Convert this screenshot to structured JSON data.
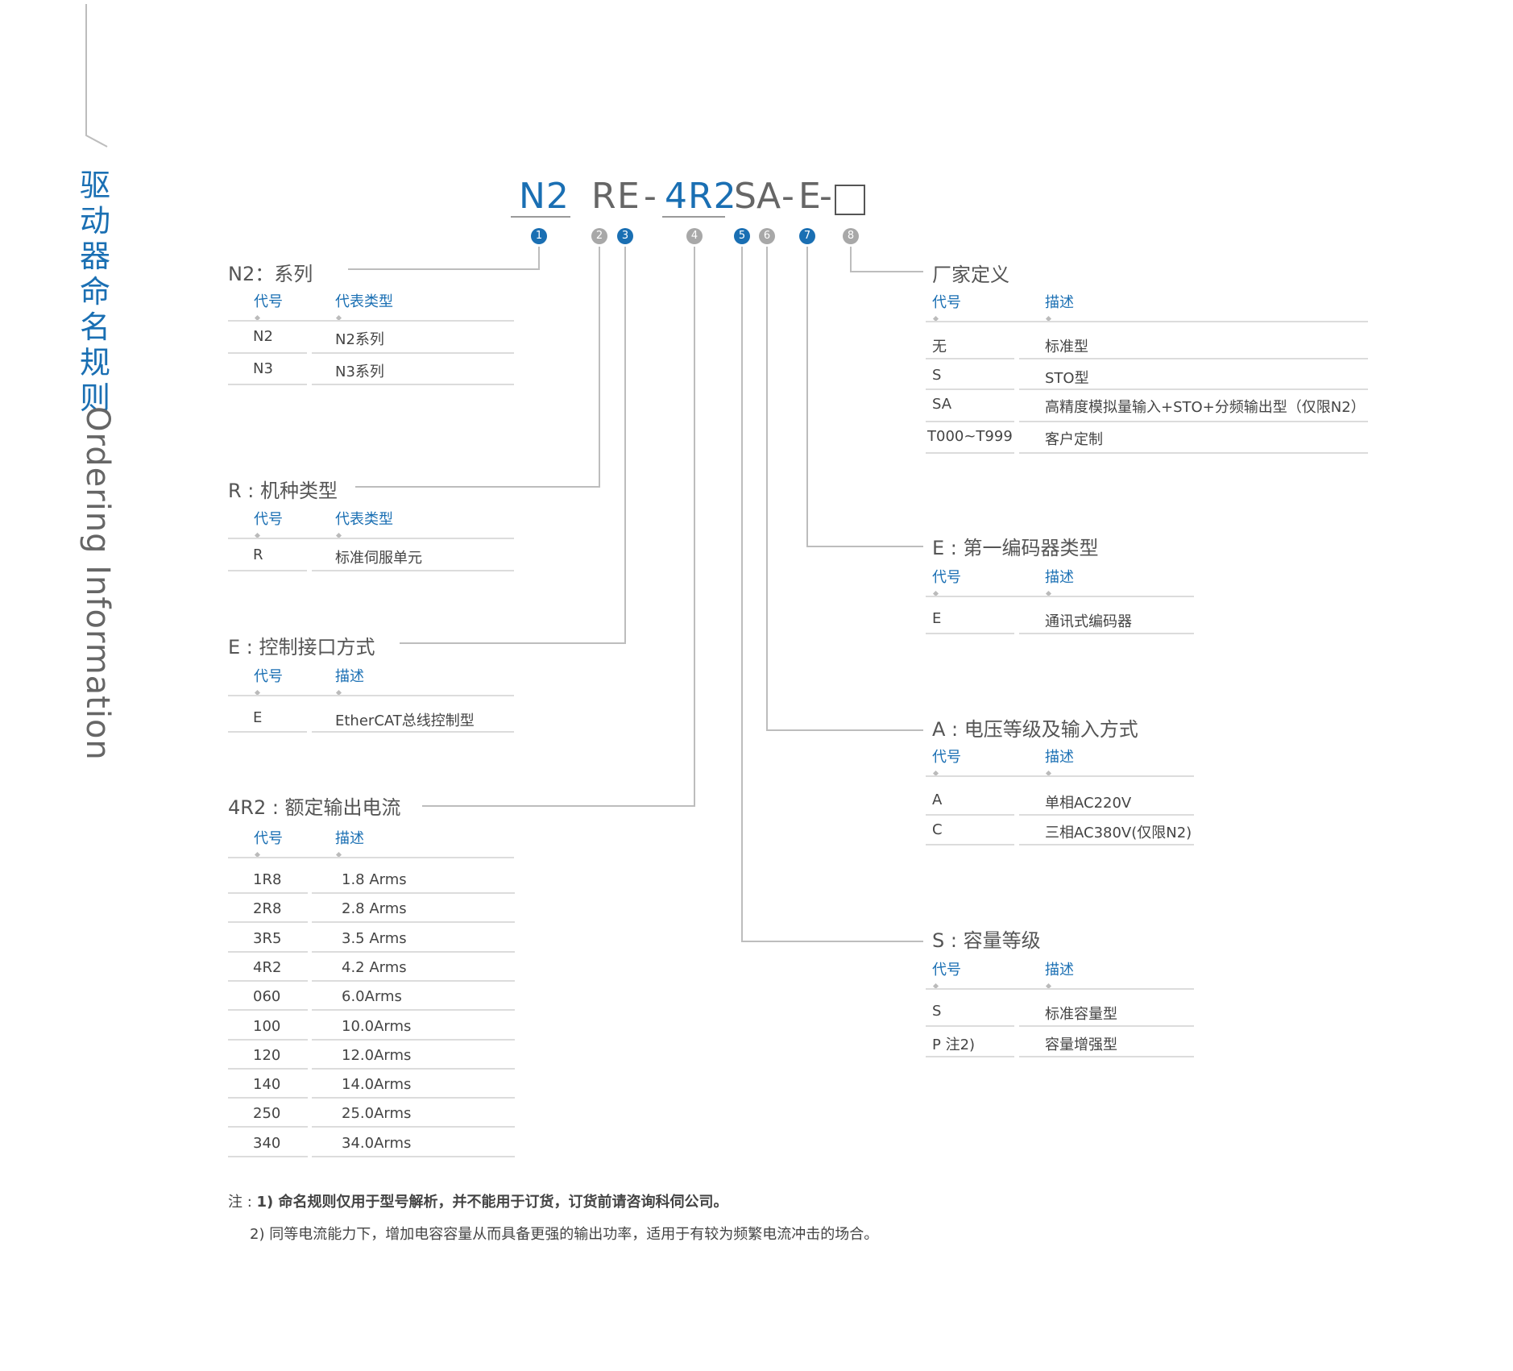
{
  "side_title": {
    "cn": "驱动器命名规则",
    "en": "Ordering Information"
  },
  "model_code": {
    "n2": "N2",
    "r": "R",
    "e": "E",
    "dash1": "-",
    "current": "4R2",
    "s": "S",
    "a": "A",
    "dash2": "-",
    "e2": "E",
    "dash3": "-"
  },
  "bubbles": [
    "1",
    "2",
    "3",
    "4",
    "5",
    "6",
    "7",
    "8"
  ],
  "colors": {
    "accent": "#1a6fb3",
    "gray_bubble": "#a8a8a8",
    "rule": "#dcdcdc"
  },
  "sections": {
    "series": {
      "title": "N2：系列",
      "headers": [
        "代号",
        "代表类型"
      ],
      "rows": [
        [
          "N2",
          "N2系列"
        ],
        [
          "N3",
          "N3系列"
        ]
      ]
    },
    "machine": {
      "title": "R : 机种类型",
      "headers": [
        "代号",
        "代表类型"
      ],
      "rows": [
        [
          "R",
          "标准伺服单元"
        ]
      ]
    },
    "control": {
      "title": "E : 控制接口方式",
      "headers": [
        "代号",
        "描述"
      ],
      "rows": [
        [
          "E",
          "EtherCAT总线控制型"
        ]
      ]
    },
    "current": {
      "title": "4R2 : 额定输出电流",
      "headers": [
        "代号",
        "描述"
      ],
      "rows": [
        [
          "1R8",
          "1.8 Arms"
        ],
        [
          "2R8",
          "2.8 Arms"
        ],
        [
          "3R5",
          "3.5 Arms"
        ],
        [
          "4R2",
          "4.2 Arms"
        ],
        [
          "060",
          "6.0Arms"
        ],
        [
          "100",
          "10.0Arms"
        ],
        [
          "120",
          "12.0Arms"
        ],
        [
          "140",
          "14.0Arms"
        ],
        [
          "250",
          "25.0Arms"
        ],
        [
          "340",
          "34.0Arms"
        ]
      ]
    },
    "vendor": {
      "title": "厂家定义",
      "headers": [
        "代号",
        "描述"
      ],
      "rows": [
        [
          "无",
          "标准型"
        ],
        [
          "S",
          "STO型"
        ],
        [
          "SA",
          "高精度模拟量输入+STO+分频输出型（仅限N2）"
        ],
        [
          "T000~T999",
          "客户定制"
        ]
      ]
    },
    "encoder": {
      "title": "E : 第一编码器类型",
      "headers": [
        "代号",
        "描述"
      ],
      "rows": [
        [
          "E",
          "通讯式编码器"
        ]
      ]
    },
    "voltage": {
      "title": "A : 电压等级及输入方式",
      "headers": [
        "代号",
        "描述"
      ],
      "rows": [
        [
          "A",
          "单相AC220V"
        ],
        [
          "C",
          "三相AC380V(仅限N2)"
        ]
      ]
    },
    "capacity": {
      "title": "S : 容量等级",
      "headers": [
        "代号",
        "描述"
      ],
      "rows": [
        [
          "S",
          "标准容量型"
        ],
        [
          "P 注2)",
          "容量增强型"
        ]
      ]
    }
  },
  "notes": {
    "prefix": "注 : ",
    "note1": "1)  命名规则仅用于型号解析，并不能用于订货，订货前请咨询科伺公司。",
    "note2": "2) 同等电流能力下，增加电容容量从而具备更强的输出功率，适用于有较为频繁电流冲击的场合。"
  }
}
